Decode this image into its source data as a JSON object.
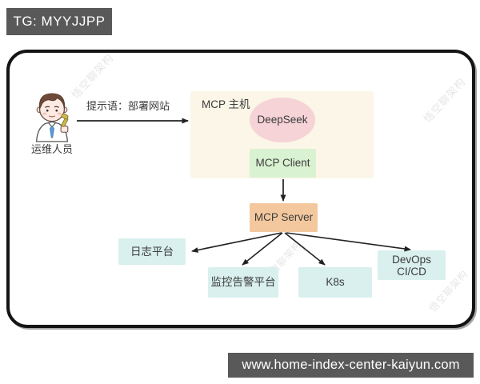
{
  "header_badge": {
    "text": "TG: MYYJJPP"
  },
  "footer_badge": {
    "text": "www.home-index-center-kaiyun.com"
  },
  "watermark_text": "悟空聊架构",
  "diagram": {
    "actor": {
      "label": "运维人员"
    },
    "prompt_label": "提示语：部署网站",
    "host_box": {
      "label": "MCP 主机"
    },
    "deepseek_node": {
      "label": "DeepSeek"
    },
    "mcp_client_node": {
      "label": "MCP Client"
    },
    "mcp_server_node": {
      "label": "MCP Server"
    },
    "targets": [
      {
        "label": "日志平台"
      },
      {
        "label": "监控告警平台"
      },
      {
        "label": "K8s"
      },
      {
        "label": "DevOps",
        "label_line2": "CI/CD"
      }
    ]
  },
  "colors": {
    "badge_bg": "#595959",
    "badge_fg": "#ffffff",
    "frame_border": "#141414",
    "host_box_bg": "#fbf6e7",
    "deepseek_bg": "#f6d3d6",
    "mcp_client_bg": "#d9f2d1",
    "mcp_server_bg": "#f4c89e",
    "target_bg": "#d9f0ee",
    "arrow_color": "#222222",
    "text_color": "#3b3b3b"
  }
}
